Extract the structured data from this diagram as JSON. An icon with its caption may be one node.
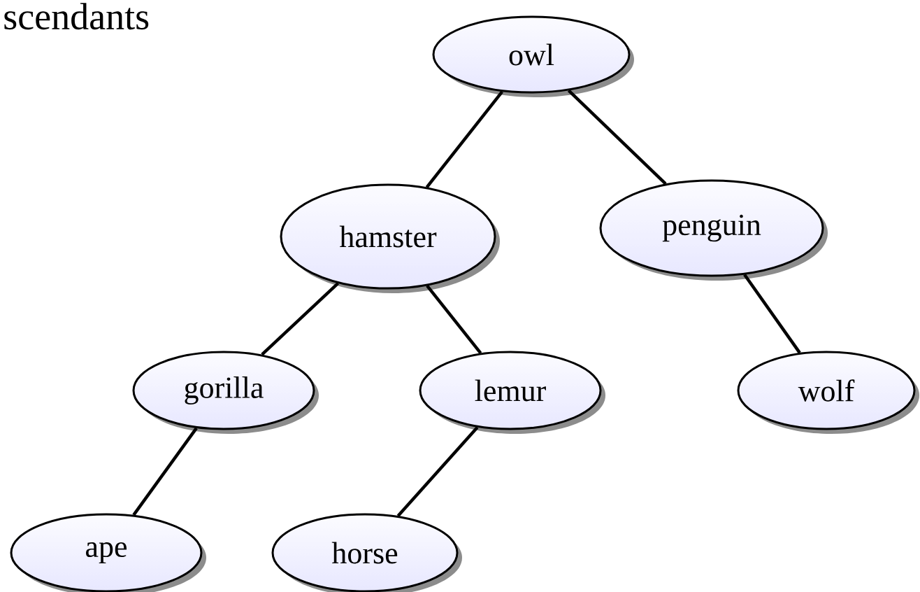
{
  "diagram": {
    "title": "scendants",
    "nodes": [
      {
        "text": [
          "owl"
        ]
      },
      {
        "text": [
          "hamster"
        ]
      },
      {
        "text": [
          "penguin"
        ]
      },
      {
        "text": [
          "gorilla"
        ]
      },
      {
        "text": [
          "lemur"
        ]
      },
      {
        "text": [
          "wolf"
        ]
      },
      {
        "text": [
          "ape"
        ]
      },
      {
        "text": [
          "horse"
        ]
      }
    ],
    "edges": [
      {
        "from": 0,
        "to": 1,
        "arrow": "none"
      },
      {
        "from": 0,
        "to": 2,
        "arrow": "none"
      },
      {
        "from": 1,
        "to": 3,
        "arrow": "none"
      },
      {
        "from": 1,
        "to": 4,
        "arrow": "none"
      },
      {
        "from": 2,
        "to": 5,
        "arrow": "none"
      },
      {
        "from": 3,
        "to": 6,
        "arrow": "none"
      },
      {
        "from": 4,
        "to": 7,
        "arrow": "none"
      }
    ]
  }
}
